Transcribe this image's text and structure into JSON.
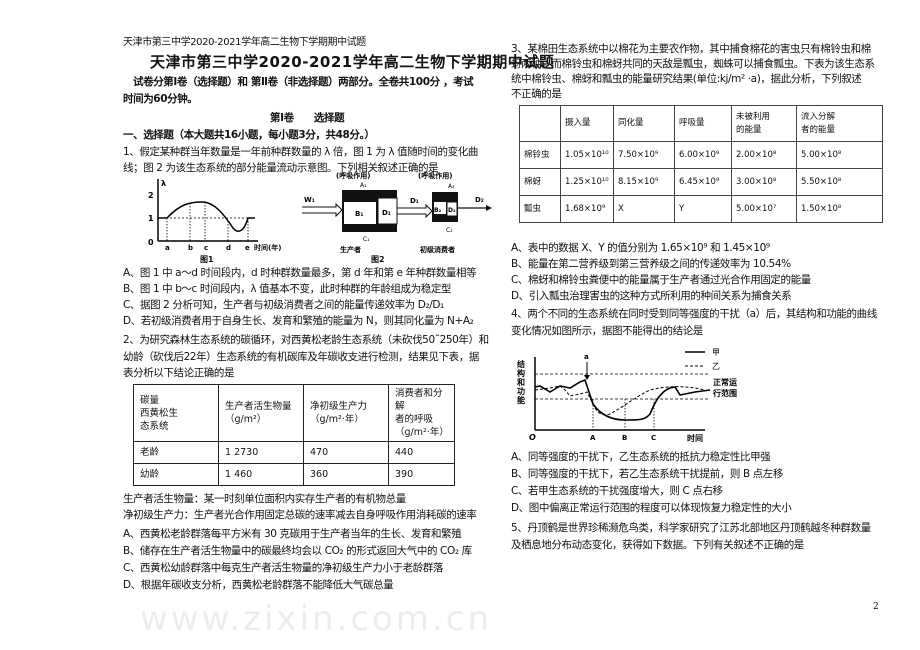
{
  "header": "天津市第三中学2020-2021学年高二生物下学期期中试题",
  "title": "天津市第三中学2020-2021学年高二生物下学期期中试题",
  "intro": [
    "试卷分第Ⅰ卷（选择题）和 第Ⅱ卷（非选择题）两部分。全卷共100分 ，考试",
    "时间为60分钟。"
  ],
  "part1": "第Ⅰ卷　　选择题",
  "section1": "一、选择题（本大题共16小题，每小题3分，共48分。）",
  "watermark": "www.zixin.com.cn",
  "q1": {
    "stem": [
      "1、假定某种群当年数量是一年前种群数量的 λ 倍，图 1 为 λ 值随时间的变化曲",
      "线；图 2 为该生态系统的部分能量流动示意图。下列相关叙述正确的是"
    ],
    "fig1": {
      "caption": "图1",
      "ylabel": "λ",
      "yticks": [
        "2",
        "1",
        "0"
      ],
      "xticks": [
        "a",
        "b",
        "c",
        "d",
        "e"
      ],
      "xlabel": "时间(年)"
    },
    "fig2": {
      "caption": "图2",
      "resp": "(呼吸作用)",
      "A1": "A₁",
      "B1": "B₁",
      "C1": "C₁",
      "D1": "D₁",
      "W1": "W₁",
      "D1arrow": "D₁",
      "producer": "生产者",
      "A2": "A₂",
      "B2": "B₂",
      "C2": "C₂",
      "D2": "D₂",
      "D2arrow": "D₂",
      "consumer": "初级消费者"
    },
    "options": [
      "A、图 1 中 a～d 时间段内，d 时种群数量最多，第 d 年和第 e 年种群数量相等",
      "B、图 1 中 b～c 时间段内，λ 值基本不变，此时种群的年龄组成为稳定型",
      "C、据图 2 分析可知，生产者与初级消费者之间的能量传递效率为 D₂/D₁",
      "D、若初级消费者用于自身生长、发育和繁殖的能量为 N，则其同化量为 N+A₂"
    ]
  },
  "q2": {
    "stem": [
      "2、为研究森林生态系统的碳循环，对西黄松老龄生态系统（未砍伐50˜250年）和",
      "幼龄（砍伐后22年）生态系统的有机碳库及年碳收支进行检测，结果见下表，据",
      "表分析以下结论正确的是"
    ],
    "table": {
      "headers": [
        [
          "碳量",
          "西黄松生",
          "态系统"
        ],
        [
          "生产者活生物量",
          "（g/m²）"
        ],
        [
          "净初级生产力",
          "（g/m²·年）"
        ],
        [
          "消费者和分解",
          "者的呼吸",
          "（g/m²·年）"
        ]
      ],
      "rows": [
        [
          "老龄",
          "1 2730",
          "470",
          "440"
        ],
        [
          "幼龄",
          "1 460",
          "360",
          "390"
        ]
      ]
    },
    "defs": [
      "生产者活生物量：某一时刻单位面积内实存生产者的有机物总量",
      "净初级生产力：生产者光合作用固定总碳的速率减去自身呼吸作用消耗碳的速率"
    ],
    "options": [
      "A、西黄松老龄群落每平方米有 30 克碳用于生产者当年的生长、发育和繁殖",
      "B、储存在生产者活生物量中的碳最终均会以 CO₂ 的形式返回大气中的 CO₂ 库",
      "C、西黄松幼龄群落中每克生产者活生物量的净初级生产力小于老龄群落",
      "D、根据年碳收支分析，西黄松老龄群落不能降低大气碳总量"
    ]
  },
  "q3": {
    "stem": [
      "3、某棉田生态系统中以棉花为主要农作物，其中捕食棉花的害虫只有棉铃虫和棉",
      "蚜两种，而棉铃虫和棉蚜共同的天敌是瓢虫，蜘蛛可以捕食瓢虫。下表为该生态系",
      "统中棉铃虫、棉蚜和瓢虫的能量研究结果(单位:kj/m²  ·a)，据此分析，下列叙述",
      "不正确的是"
    ],
    "table": {
      "headers": [
        "",
        "摄入量",
        "同化量",
        "呼吸量",
        "未被利用|的能量",
        "流入分解|者的能量"
      ],
      "rows": [
        [
          "棉铃虫",
          "1.05×10¹⁰",
          "7.50×10⁹",
          "6.00×10⁹",
          "2.00×10⁸",
          "5.00×10⁸"
        ],
        [
          "棉蚜",
          "1.25×10¹⁰",
          "8.15×10⁹",
          "6.45×10⁹",
          "3.00×10⁸",
          "5.50×10⁸"
        ],
        [
          "瓢虫",
          "1.68×10⁹",
          "X",
          "Y",
          "5.00×10⁷",
          "1.50×10⁸"
        ]
      ]
    },
    "options": [
      "A、表中的数据 X、Y 的值分别为 1.65×10⁹ 和 1.45×10⁹",
      "B、能量在第二营养级到第三营养级之间的传递效率为 10.54%",
      "C、棉蚜和棉铃虫粪便中的能量属于生产者通过光合作用固定的能量",
      "D、引入瓢虫治理害虫的这种方式所利用的种间关系为捕食关系"
    ]
  },
  "q4": {
    "stem": [
      "4、两个不同的生态系统在同时受到同等强度的干扰（a）后，其结构和功能的曲线",
      "变化情况如图所示，据图不能得出的结论是"
    ],
    "chart": {
      "ylabel": [
        "结",
        "构",
        "和",
        "功",
        "能"
      ],
      "legend": [
        "甲",
        "乙"
      ],
      "band": [
        "正常运",
        "行范围"
      ],
      "origin": "O",
      "xticks": [
        "A",
        "B",
        "C"
      ],
      "xlabel": "时间",
      "marker": "a"
    },
    "options": [
      "A、同等强度的干扰下，乙生态系统的抵抗力稳定性比甲强",
      "B、同等强度的干扰下，若乙生态系统干扰提前，则 B 点左移",
      "C、若甲生态系统的干扰强度增大，则 C 点右移",
      "D、图中偏离正常运行范围的程度可以体现恢复力稳定性的大小"
    ]
  },
  "q5": {
    "stem": [
      "5、丹顶鹤是世界珍稀濒危鸟类，科学家研究了江苏北部地区丹顶鹤越冬种群数量",
      "及栖息地分布动态变化，获得如下数据。下列有关叙述不正确的是"
    ]
  },
  "page_number": "2"
}
